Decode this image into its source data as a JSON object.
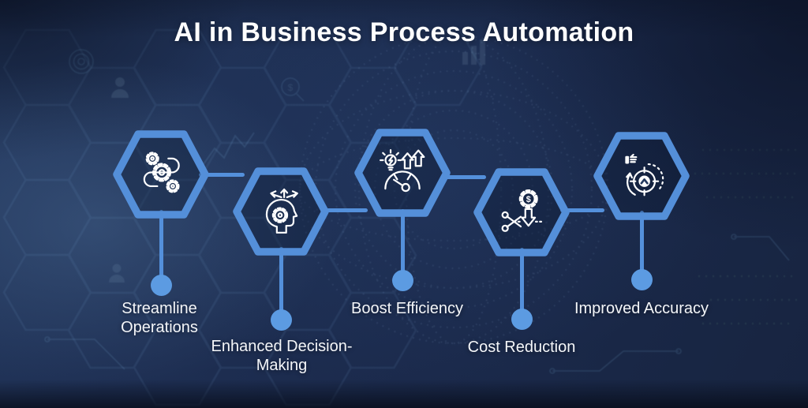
{
  "title": "AI in Business Process Automation",
  "steps": [
    {
      "label": "Streamline Operations",
      "icon": "process-gears-icon"
    },
    {
      "label": "Enhanced Decision-Making",
      "icon": "decision-head-icon"
    },
    {
      "label": "Boost Efficiency",
      "icon": "efficiency-gauge-icon"
    },
    {
      "label": "Cost Reduction",
      "icon": "cost-scissors-icon",
      "icon_glyph": "$"
    },
    {
      "label": "Improved Accuracy",
      "icon": "accuracy-target-icon"
    }
  ],
  "colors": {
    "hexagon_stroke": "#548FD9",
    "connector_line": "#5490DB",
    "marker_dot": "#5C9BE2",
    "icon_stroke": "#FFFFFF",
    "label_text": "#F4F6F9",
    "title_text": "#FFFFFF",
    "background_base": "#1C2B4D"
  }
}
